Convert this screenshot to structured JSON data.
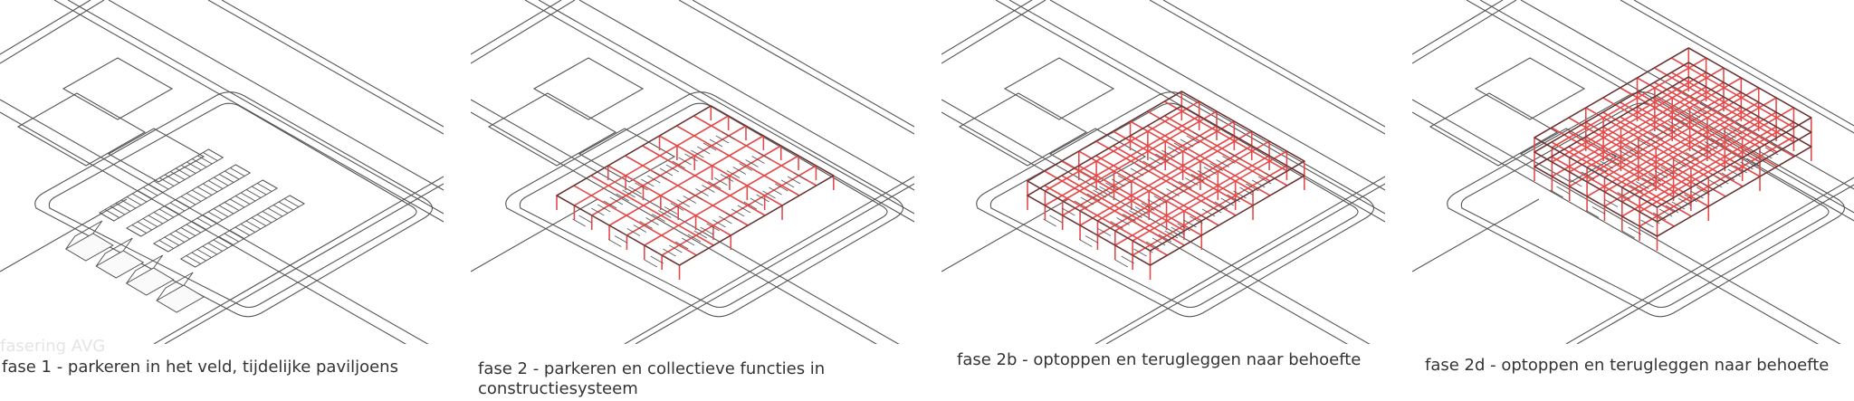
{
  "watermark": "fasering AVG",
  "panels": [
    {
      "caption": "fase 1 - parkeren in het veld, tijdelijke paviljoens",
      "phase": "1",
      "levels": 0
    },
    {
      "caption": "fase 2 - parkeren en collectieve functies in constructiesysteem",
      "phase": "2",
      "levels": 1
    },
    {
      "caption": "fase 2b - optoppen en terugleggen naar behoefte",
      "phase": "2b",
      "levels": 2
    },
    {
      "caption": "fase 2d - optoppen en terugleggen naar behoefte",
      "phase": "2d",
      "levels": 3
    }
  ],
  "colors": {
    "structure": "#e34b4b",
    "lines": "#555555",
    "ground": "#ffffff",
    "caption_bg": "#f3f3f3"
  }
}
